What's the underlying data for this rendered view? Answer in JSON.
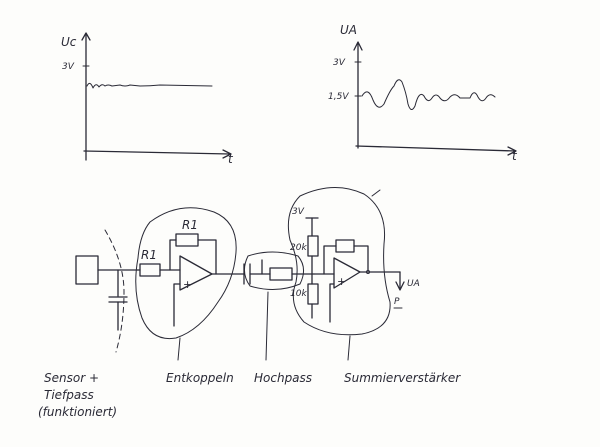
{
  "graph_left": {
    "ylabel": "Uc",
    "ytick": "3V",
    "xlabel": "t"
  },
  "graph_right": {
    "ylabel": "UA",
    "ytick_top": "3V",
    "ytick_mid": "1,5V",
    "xlabel": "t"
  },
  "circuit": {
    "r1_feedback": "R1",
    "r1_input": "R1",
    "opamp1_plus": "+",
    "opamp2_plus": "+",
    "supply": "3V",
    "r_top": "20k",
    "r_bottom": "10k",
    "output": "UA",
    "output_p": "P"
  },
  "blocks": {
    "sensor_line1": "Sensor +",
    "sensor_line2": "Tiefpass",
    "sensor_line3": "(funktioniert)",
    "decoupling": "Entkoppeln",
    "highpass": "Hochpass",
    "summing": "Summierverstärker"
  }
}
